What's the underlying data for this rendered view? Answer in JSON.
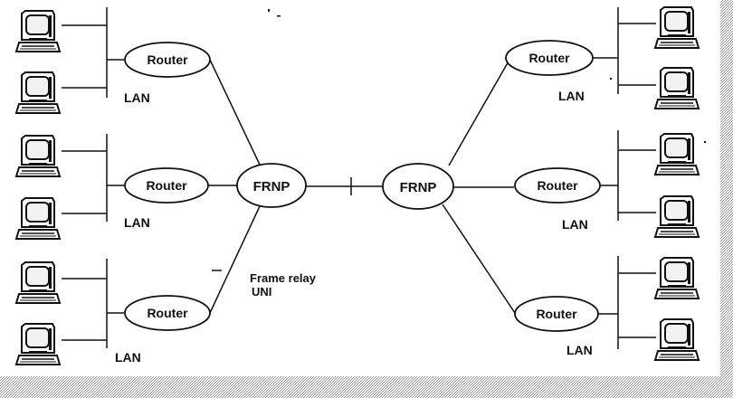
{
  "diagram": {
    "frnp_label": "FRNP",
    "router_label": "Router",
    "lan_label": "LAN",
    "uni_label_line1": "Frame relay",
    "uni_label_line2": "UNI",
    "colors": {
      "line": "#111111",
      "node_fill": "#ffffff",
      "monitor_screen": "#f2f2f2",
      "hatch": "#9a9a9a"
    },
    "icons": [
      "computer-icon"
    ]
  }
}
